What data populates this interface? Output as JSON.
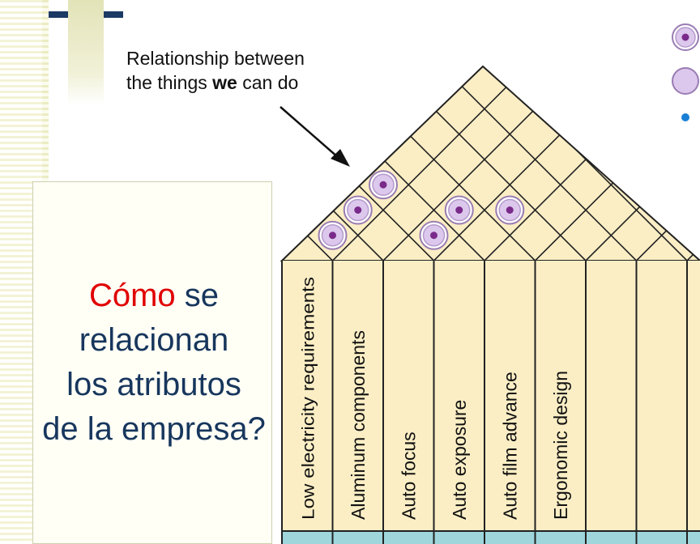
{
  "diagram": {
    "caption_line1": "Relationship between",
    "caption_line2_pre": "the things ",
    "caption_line2_bold": "we",
    "caption_line2_post": " can do",
    "columns": [
      "Low electricity requirements",
      "Aluminum components",
      "Auto focus",
      "Auto exposure",
      "Auto film advance",
      "Ergonomic design",
      "",
      ""
    ],
    "relationships": [
      {
        "a": 1,
        "b": 2,
        "type": "strong"
      },
      {
        "a": 1,
        "b": 3,
        "type": "strong"
      },
      {
        "a": 1,
        "b": 4,
        "type": "strong"
      },
      {
        "a": 3,
        "b": 4,
        "type": "strong"
      },
      {
        "a": 3,
        "b": 5,
        "type": "strong"
      },
      {
        "a": 4,
        "b": 6,
        "type": "strong"
      }
    ],
    "legend": [
      {
        "symbol": "strong-relationship-icon"
      },
      {
        "symbol": "medium-relationship-icon"
      },
      {
        "symbol": "weak-relationship-icon"
      }
    ],
    "colors": {
      "roof_fill": "#fbeec5",
      "grid_line": "#222222",
      "symbol_fill": "#dcc8ec",
      "symbol_dot": "#7a2a8a",
      "weak_dot": "#1a7fd6",
      "base_strip": "#9ed6dc"
    }
  },
  "question": {
    "word1": "Cómo",
    "rest1": " se",
    "line2": "relacionan",
    "line3": "los atributos",
    "line4": "de la empresa?"
  }
}
